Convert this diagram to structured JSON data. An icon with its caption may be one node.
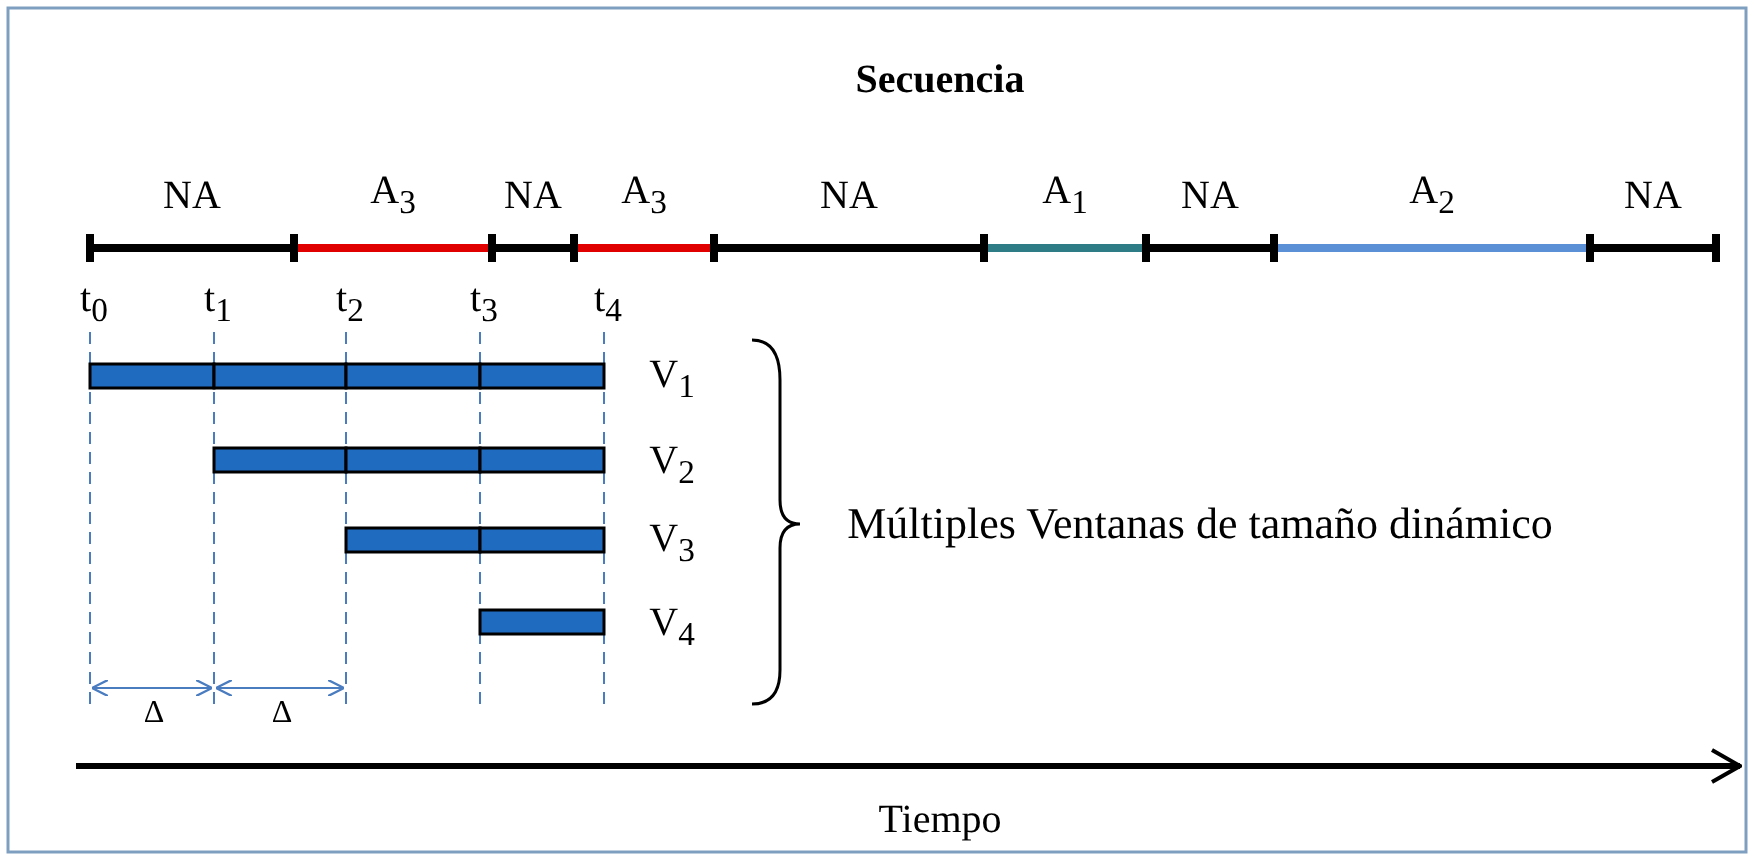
{
  "diagram": {
    "title": "Secuencia",
    "labels": [
      "NA",
      "A$_{3}$",
      "NA",
      "A$_{3}$",
      "NA",
      "A$_{1}$",
      "NA",
      "A$_{2}$",
      "NA",
      "t$_{0}$",
      "t$_{1}$",
      "t$_{2}$",
      "t$_{3}$",
      "t$_{4}$",
      "V$_{1}$",
      "V$_{2}$",
      "V$_{3}$",
      "Múltiples Ventanas de tamaño dinámico",
      "V$_{4}$",
      "Δ",
      "Δ",
      "Tiempo"
    ]
  }
}
